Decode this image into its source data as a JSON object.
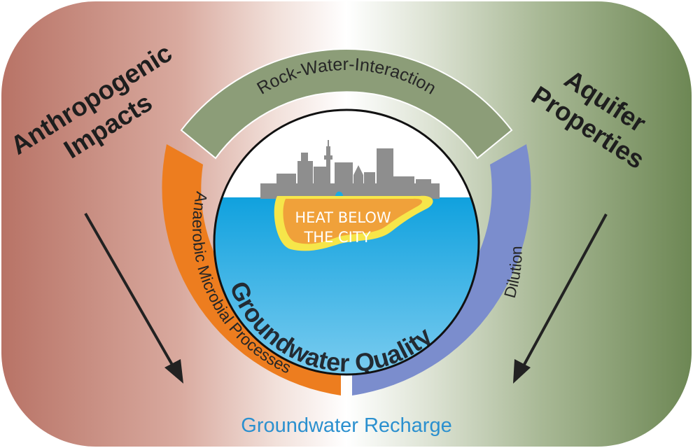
{
  "left_label": {
    "line1": "Anthropogenic",
    "line2": "Impacts"
  },
  "right_label": {
    "line1": "Aquifer",
    "line2": "Properties"
  },
  "ring": {
    "top": "Rock-Water-Interaction",
    "left": "Anaerobic Microbial Processes",
    "right": "Dilution"
  },
  "center": {
    "title": "Groundwater Quality",
    "heat_line1": "HEAT BELOW",
    "heat_line2": "THE CITY"
  },
  "bottom_label": "Groundwater Recharge",
  "colors": {
    "anthropogenic": "#b87366",
    "aquifer": "#6f8a57",
    "rock_water": "#8c9d78",
    "anaerobic": "#ed7d1f",
    "dilution": "#7b8dcd",
    "water": "#19a9e3",
    "heat": "#f0a13a",
    "recharge_text": "#2b90cf"
  }
}
